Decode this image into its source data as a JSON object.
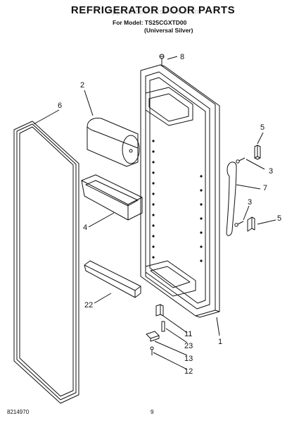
{
  "header": {
    "title": "REFRIGERATOR DOOR PARTS",
    "model_line": "For Model: TS25CGXTD00",
    "color_line": "(Universal Silver)",
    "watermark": "AppliancePartsPros.com"
  },
  "callouts": [
    "8",
    "2",
    "6",
    "5",
    "3",
    "7",
    "3",
    "5",
    "4",
    "22",
    "11",
    "23",
    "13",
    "12",
    "1"
  ],
  "footer": {
    "doc_number": "8214970",
    "page_number": "9"
  }
}
